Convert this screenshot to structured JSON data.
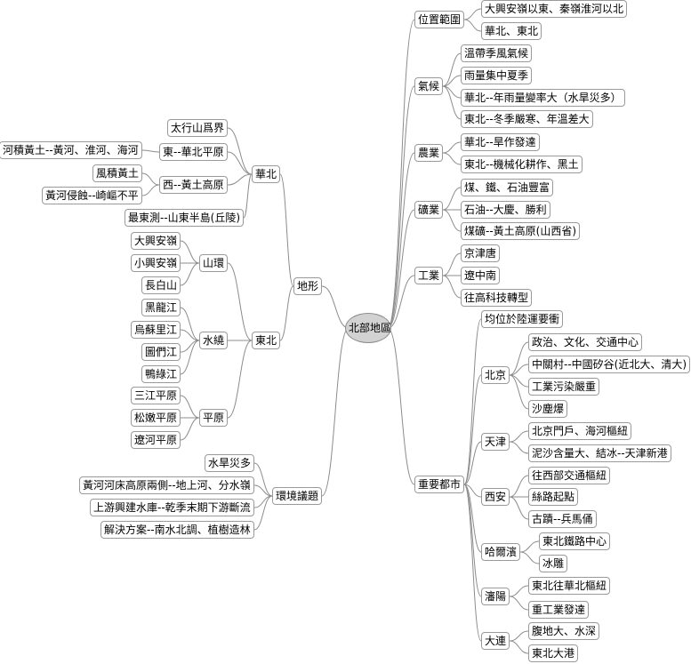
{
  "root": "北部地區",
  "nodes": [
    {
      "id": "n1",
      "label": "位置範圍",
      "parent": "root"
    },
    {
      "id": "n1a",
      "label": "大興安嶺以東、秦嶺淮河以北",
      "parent": "n1"
    },
    {
      "id": "n1b",
      "label": "華北、東北",
      "parent": "n1"
    },
    {
      "id": "n2",
      "label": "氣候",
      "parent": "root"
    },
    {
      "id": "n2a",
      "label": "溫帶季風氣候",
      "parent": "n2"
    },
    {
      "id": "n2b",
      "label": "雨量集中夏季",
      "parent": "n2"
    },
    {
      "id": "n2c",
      "label": "華北--年雨量變率大（水旱災多）",
      "parent": "n2"
    },
    {
      "id": "n2d",
      "label": "東北--冬季嚴寒、年溫差大",
      "parent": "n2"
    },
    {
      "id": "n3",
      "label": "農業",
      "parent": "root"
    },
    {
      "id": "n3a",
      "label": "華北--旱作發達",
      "parent": "n3"
    },
    {
      "id": "n3b",
      "label": "東北--機械化耕作、黑土",
      "parent": "n3"
    },
    {
      "id": "n4",
      "label": "礦業",
      "parent": "root"
    },
    {
      "id": "n4a",
      "label": "煤、鐵、石油豐富",
      "parent": "n4"
    },
    {
      "id": "n4b",
      "label": "石油--大慶、勝利",
      "parent": "n4"
    },
    {
      "id": "n4c",
      "label": "煤礦--黃土高原(山西省)",
      "parent": "n4"
    },
    {
      "id": "n5",
      "label": "工業",
      "parent": "root"
    },
    {
      "id": "n5a",
      "label": "京津唐",
      "parent": "n5"
    },
    {
      "id": "n5b",
      "label": "遼中南",
      "parent": "n5"
    },
    {
      "id": "n5c",
      "label": "往高科技轉型",
      "parent": "n5"
    },
    {
      "id": "n6",
      "label": "重要都市",
      "parent": "root"
    },
    {
      "id": "n6a",
      "label": "均位於陸運要衝",
      "parent": "n6"
    },
    {
      "id": "n6b",
      "label": "北京",
      "parent": "n6"
    },
    {
      "id": "n6b1",
      "label": "政治、文化、交通中心",
      "parent": "n6b"
    },
    {
      "id": "n6b2",
      "label": "中關村--中國矽谷(近北大、清大)",
      "parent": "n6b"
    },
    {
      "id": "n6b3",
      "label": "工業污染嚴重",
      "parent": "n6b"
    },
    {
      "id": "n6b4",
      "label": "沙塵爆",
      "parent": "n6b"
    },
    {
      "id": "n6c",
      "label": "天津",
      "parent": "n6"
    },
    {
      "id": "n6c1",
      "label": "北京門戶、海河樞紐",
      "parent": "n6c"
    },
    {
      "id": "n6c2",
      "label": "泥沙含量大、結冰--天津新港",
      "parent": "n6c"
    },
    {
      "id": "n6d",
      "label": "西安",
      "parent": "n6"
    },
    {
      "id": "n6d1",
      "label": "往西部交通樞紐",
      "parent": "n6d"
    },
    {
      "id": "n6d2",
      "label": "絲路起點",
      "parent": "n6d"
    },
    {
      "id": "n6d3",
      "label": "古蹟--兵馬俑",
      "parent": "n6d"
    },
    {
      "id": "n6e",
      "label": "哈爾濱",
      "parent": "n6"
    },
    {
      "id": "n6e1",
      "label": "東北鐵路中心",
      "parent": "n6e"
    },
    {
      "id": "n6e2",
      "label": "冰雕",
      "parent": "n6e"
    },
    {
      "id": "n6f",
      "label": "瀋陽",
      "parent": "n6"
    },
    {
      "id": "n6f1",
      "label": "東北往華北樞紐",
      "parent": "n6f"
    },
    {
      "id": "n6f2",
      "label": "重工業發達",
      "parent": "n6f"
    },
    {
      "id": "n6g",
      "label": "大連",
      "parent": "n6"
    },
    {
      "id": "n6g1",
      "label": "腹地大、水深",
      "parent": "n6g"
    },
    {
      "id": "n6g2",
      "label": "東北大港",
      "parent": "n6g"
    },
    {
      "id": "m1",
      "label": "地形",
      "parent": "root"
    },
    {
      "id": "m1a",
      "label": "華北",
      "parent": "m1"
    },
    {
      "id": "m1a1",
      "label": "太行山爲界",
      "parent": "m1a"
    },
    {
      "id": "m1a2",
      "label": "東--華北平原",
      "parent": "m1a"
    },
    {
      "id": "m1a2a",
      "label": "河積黃土--黃河、淮河、海河",
      "parent": "m1a2"
    },
    {
      "id": "m1a3",
      "label": "西--黃土高原",
      "parent": "m1a"
    },
    {
      "id": "m1a3a",
      "label": "風積黃土",
      "parent": "m1a3"
    },
    {
      "id": "m1a3b",
      "label": "黃河侵蝕--崎嶇不平",
      "parent": "m1a3"
    },
    {
      "id": "m1a4",
      "label": "最東測--山東半島(丘陵)",
      "parent": "m1a"
    },
    {
      "id": "m1b",
      "label": "東北",
      "parent": "m1"
    },
    {
      "id": "m1b1",
      "label": "山環",
      "parent": "m1b"
    },
    {
      "id": "m1b1a",
      "label": "大興安嶺",
      "parent": "m1b1"
    },
    {
      "id": "m1b1b",
      "label": "小興安嶺",
      "parent": "m1b1"
    },
    {
      "id": "m1b1c",
      "label": "長白山",
      "parent": "m1b1"
    },
    {
      "id": "m1b2",
      "label": "水繞",
      "parent": "m1b"
    },
    {
      "id": "m1b2a",
      "label": "黑龍江",
      "parent": "m1b2"
    },
    {
      "id": "m1b2b",
      "label": "烏蘇里江",
      "parent": "m1b2"
    },
    {
      "id": "m1b2c",
      "label": "圖們江",
      "parent": "m1b2"
    },
    {
      "id": "m1b2d",
      "label": "鴨綠江",
      "parent": "m1b2"
    },
    {
      "id": "m1b3",
      "label": "平原",
      "parent": "m1b"
    },
    {
      "id": "m1b3a",
      "label": "三江平原",
      "parent": "m1b3"
    },
    {
      "id": "m1b3b",
      "label": "松嫩平原",
      "parent": "m1b3"
    },
    {
      "id": "m1b3c",
      "label": "遼河平原",
      "parent": "m1b3"
    },
    {
      "id": "m2",
      "label": "環境議題",
      "parent": "root"
    },
    {
      "id": "m2a",
      "label": "水旱災多",
      "parent": "m2"
    },
    {
      "id": "m2b",
      "label": "黃河河床高原兩側--地上河、分水嶺",
      "parent": "m2"
    },
    {
      "id": "m2c",
      "label": "上游興建水庫--乾季末期下游斷流",
      "parent": "m2"
    },
    {
      "id": "m2d",
      "label": "解決方案--南水北調、植樹造林",
      "parent": "m2"
    }
  ]
}
